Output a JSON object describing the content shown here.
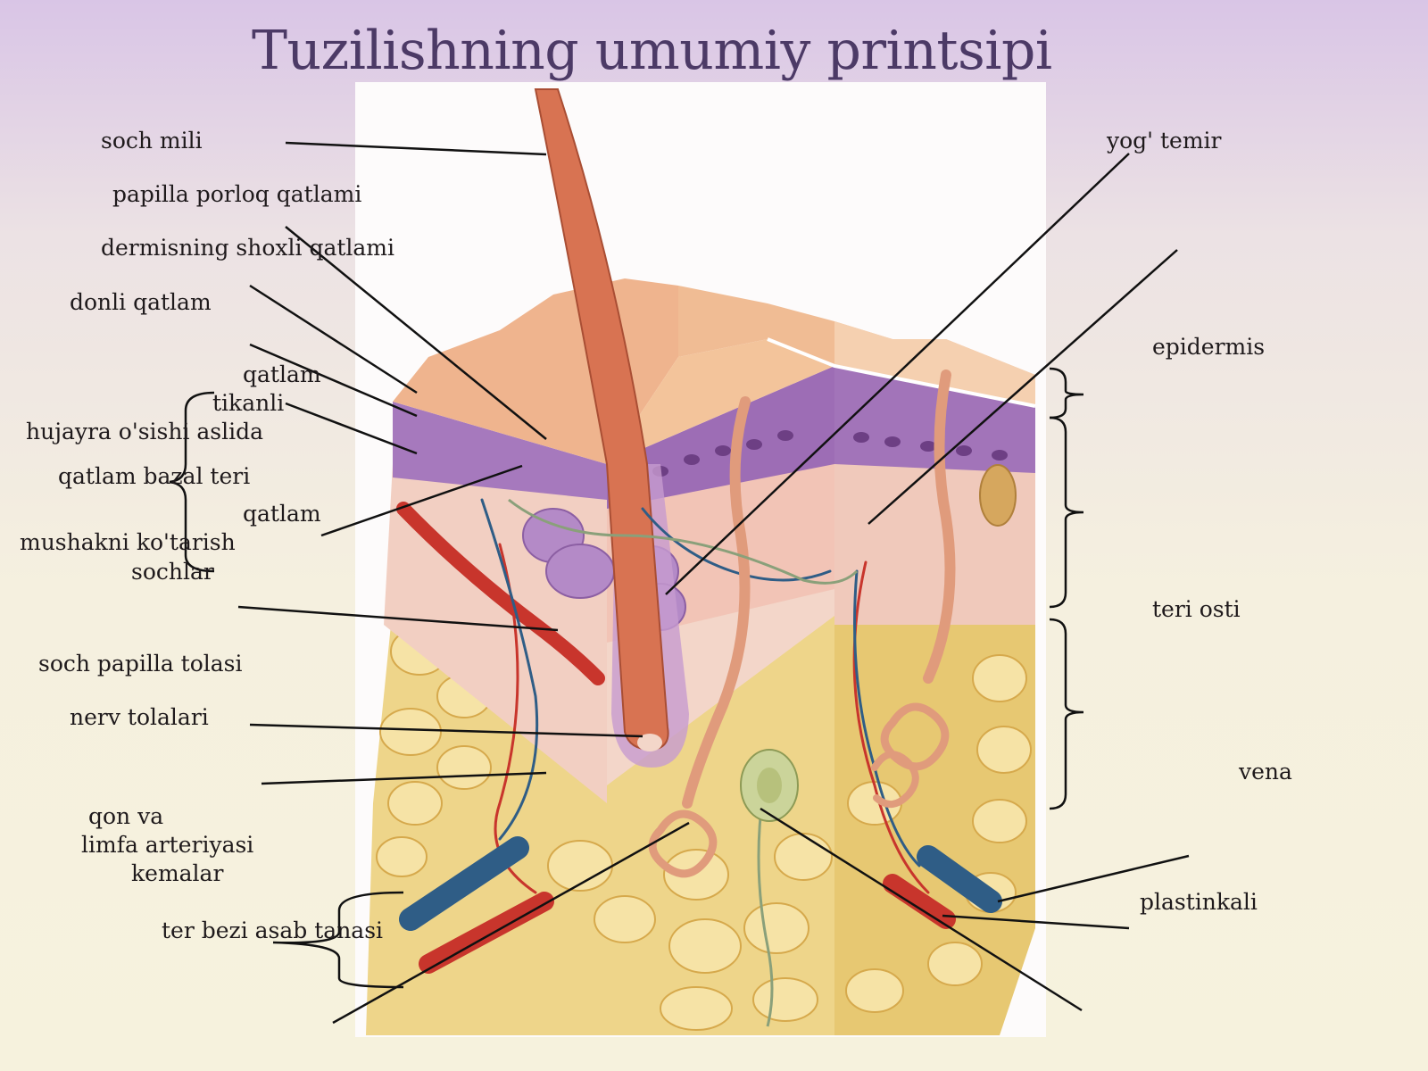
{
  "title": "Tuzilishning umumiy printsipi",
  "labels": {
    "soch_mili": "soch mili",
    "papilla_porloq_qatlami": "papilla porloq qatlami",
    "dermisning_shoxli_qatlami": "dermisning shoxli qatlami",
    "donli_qatlam": "donli qatlam",
    "qatlam_1": "qatlam",
    "tikanli": "tikanli",
    "hujayra_osishi_aslida": "hujayra o'sishi aslida",
    "qatlam_bazal_teri": "qatlam bazal teri",
    "qatlam_2": "qatlam",
    "mushakni_kotarish": "mushakni ko'tarish",
    "sochlar": "sochlar",
    "soch_papilla_tolasi": "soch papilla tolasi",
    "nerv_tolalari": "nerv tolalari",
    "qon_va": "qon va",
    "limfa_arteriyasi": "limfa arteriyasi",
    "kemalar": "kemalar",
    "ter_bezi_asab_tanasi": "ter bezi asab tanasi",
    "yog_temir": "yog' temir",
    "epidermis": "epidermis",
    "teri_osti": "teri osti",
    "vena": "vena",
    "plastinkali": "plastinkali"
  },
  "colors": {
    "title": "#4c3a66",
    "artery": "#c8352c",
    "vein": "#2f5d86",
    "fat": "#e9cd7e",
    "epidermis": "#9e72b4",
    "dermis": "#efc3b6",
    "hair": "#c9674a"
  }
}
